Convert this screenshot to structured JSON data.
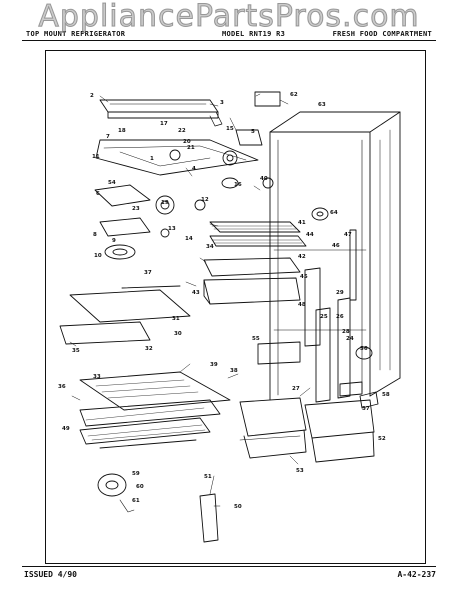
{
  "watermark": "AppliancePartsPros.com",
  "header": {
    "left": "TOP MOUNT REFRIGERATOR",
    "middle": "MODEL RNT19 R3",
    "right": "FRESH FOOD COMPARTMENT"
  },
  "footer": {
    "issued": "ISSUED 4/90",
    "code": "A-42-237"
  },
  "part_numbers": [
    "1",
    "2",
    "3",
    "4",
    "5",
    "6",
    "7",
    "8",
    "9",
    "10",
    "11",
    "12",
    "13",
    "14",
    "15",
    "16",
    "17",
    "18",
    "19",
    "20",
    "21",
    "22",
    "23",
    "24",
    "25",
    "26",
    "27",
    "28",
    "29",
    "30",
    "31",
    "32",
    "33",
    "34",
    "35",
    "36",
    "37",
    "38",
    "39",
    "40",
    "41",
    "42",
    "43",
    "44",
    "45",
    "46",
    "47",
    "48",
    "49",
    "50",
    "51",
    "52",
    "53",
    "54",
    "55",
    "56",
    "57",
    "58",
    "59",
    "60",
    "61",
    "62",
    "63",
    "64"
  ]
}
